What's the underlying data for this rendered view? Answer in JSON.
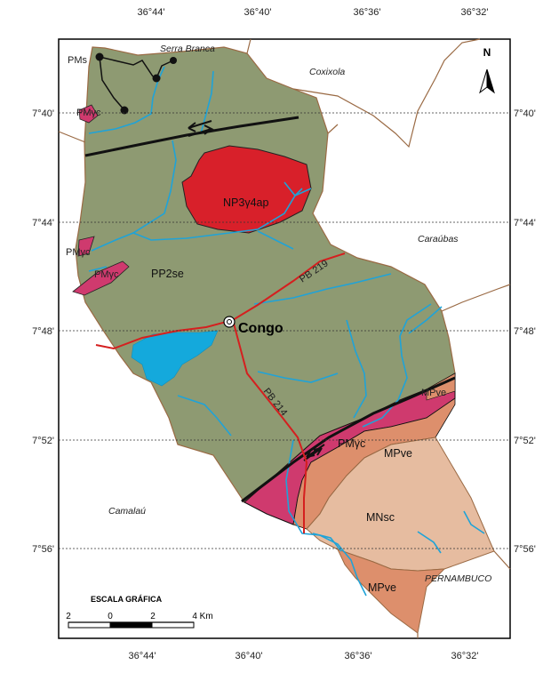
{
  "map": {
    "colors": {
      "base": "#8e9a72",
      "granite": "#d8202a",
      "ortho": "#cf3a6e",
      "mpve": "#dd8f6c",
      "mnsc": "#e6bca0",
      "lake": "#14a9dc",
      "river": "#1fa3d8",
      "road": "#d51f1f",
      "boundary": "#9a6a44"
    },
    "top_ticks": [
      "36°44'",
      "36°40'",
      "36°36'",
      "36°32'"
    ],
    "bottom_ticks": [
      "36°44'",
      "36°40'",
      "36°36'",
      "36°32'"
    ],
    "left_ticks": [
      "7°40'",
      "7°44'",
      "7°48'",
      "7°52'",
      "7°56'"
    ],
    "right_ticks": [
      "7°40'",
      "7°44'",
      "7°48'",
      "7°52'",
      "7°56'"
    ],
    "places": {
      "serra_branca": "Serra Branca",
      "coxixola": "Coxixola",
      "caraubas": "Caraúbas",
      "camalau": "Camalaú",
      "pernambuco": "PERNAMBUCO"
    },
    "units": {
      "pms": "PMs",
      "pmgc_north": "PMγc",
      "pmgc_west1": "PMγc",
      "pmgc_west2": "PMγc",
      "pp2se": "PP2se",
      "np3": "NP3γ4ap",
      "pmgc_south": "PMγc",
      "mpve1": "MPve",
      "mpve2": "MPve",
      "mpve3": "MPve",
      "mnsc": "MNsc"
    },
    "city": "Congo",
    "roads": {
      "pb219": "PB 219",
      "pb214": "PB 214"
    },
    "north": "N",
    "scale": {
      "title": "ESCALA GRÁFICA",
      "labels": [
        "2",
        "0",
        "2",
        "4 Km"
      ]
    }
  }
}
